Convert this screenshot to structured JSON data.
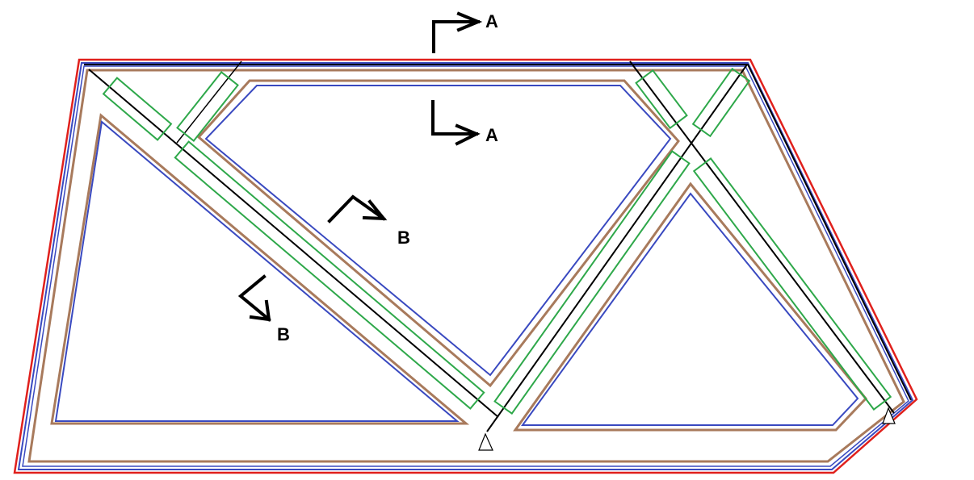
{
  "colors": {
    "background": "#ffffff",
    "outer_edge": "#e0201c",
    "main_boundary": "#3949c0",
    "offset_line": "#a87a5c",
    "reinforcement_zone": "#2ea84a",
    "centerline": "#000000",
    "support": "#000000"
  },
  "labels": {
    "section_a_top": "A",
    "section_a_mid": "A",
    "section_b_upper": "B",
    "section_b_lower": "B"
  }
}
